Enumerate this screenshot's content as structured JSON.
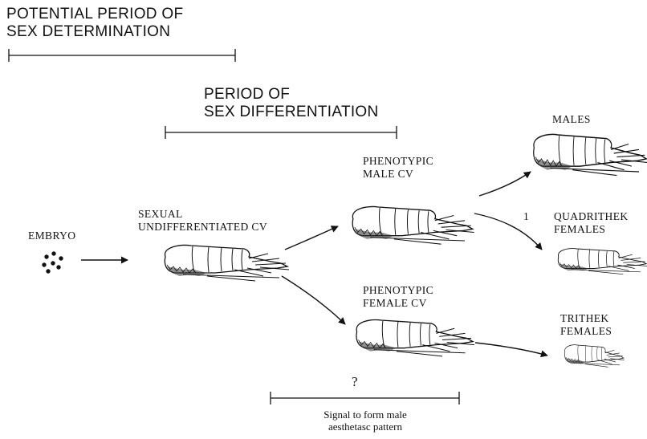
{
  "periods": {
    "determination": [
      "POTENTIAL PERIOD OF",
      "SEX DETERMINATION"
    ],
    "differentiation": [
      "PERIOD OF",
      "SEX DIFFERENTIATION"
    ]
  },
  "stages": {
    "embryo": "EMBRYO",
    "undifferentiated": [
      "SEXUAL",
      "UNDIFFERENTIATED CV"
    ],
    "male_cv": [
      "PHENOTYPIC",
      "MALE CV"
    ],
    "female_cv": [
      "PHENOTYPIC",
      "FEMALE CV"
    ],
    "males": "MALES",
    "quadrithek": [
      "QUADRITHEK",
      "FEMALES"
    ],
    "trithek": [
      "TRITHEK",
      "FEMALES"
    ]
  },
  "annotations": {
    "arrow_number": "1",
    "question": "?",
    "signal": [
      "Signal to form male",
      "aesthetasc pattern"
    ]
  },
  "colors": {
    "ink": "#111111",
    "shade": "#444444"
  }
}
